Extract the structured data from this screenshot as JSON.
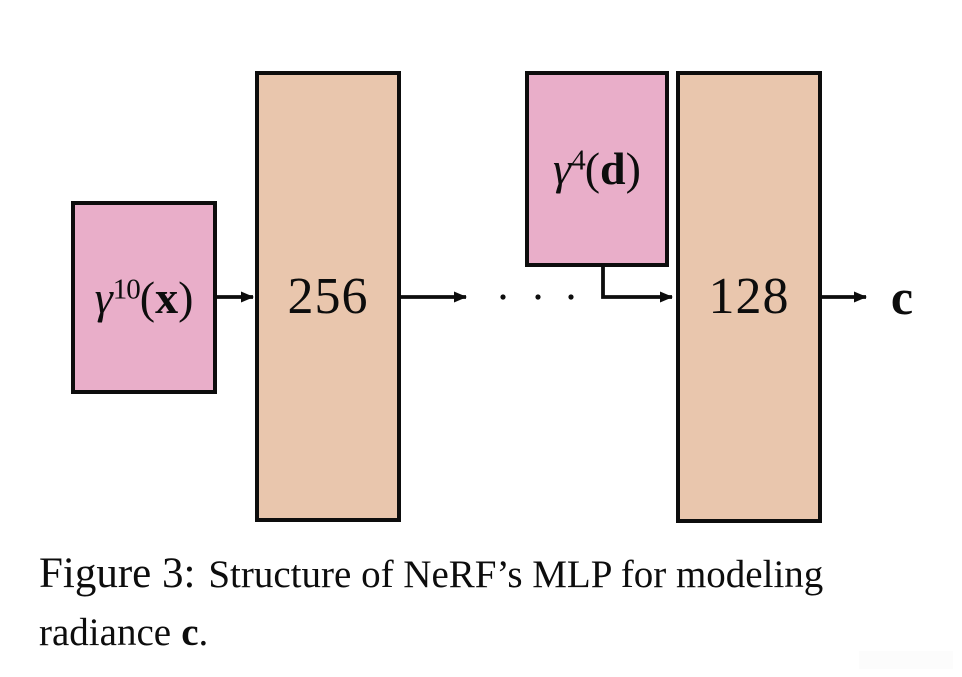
{
  "figure": {
    "boxes": {
      "input_x": {
        "gamma": "γ",
        "exponent": "10",
        "open": "(",
        "variable": "x",
        "close": ")"
      },
      "hidden_256": {
        "label": "256"
      },
      "input_d": {
        "gamma": "γ",
        "exponent": "4",
        "open": "(",
        "variable": "d",
        "close": ")"
      },
      "hidden_128": {
        "label": "128"
      }
    },
    "output": {
      "label": "c"
    },
    "colors": {
      "input_box": "#e9aec9",
      "hidden_box": "#e9c6ad",
      "border": "#0d0d0d"
    }
  },
  "caption": {
    "prefix": "Figure 3:",
    "line1": "Structure of NeRF’s MLP for modeling",
    "line2": "radiance",
    "radiance_symbol": "c",
    "period": "."
  }
}
